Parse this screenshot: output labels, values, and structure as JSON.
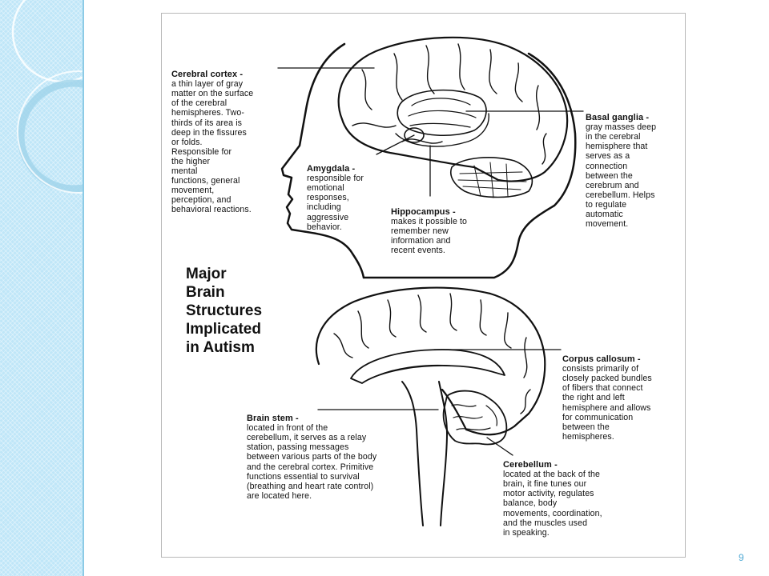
{
  "diagram": {
    "title": "Major\nBrain\nStructures\nImplicated\nin Autism",
    "labels": {
      "cerebral_cortex": {
        "name": "Cerebral cortex -",
        "desc": "a thin layer of gray\nmatter on the surface\nof the cerebral\nhemispheres. Two-\nthirds of its area is\ndeep in the fissures\nor folds.\nResponsible for\nthe higher\nmental\nfunctions, general\nmovement,\nperception, and\nbehavioral reactions."
      },
      "amygdala": {
        "name": "Amygdala -",
        "desc": "responsible for\nemotional\nresponses,\nincluding\naggressive\nbehavior."
      },
      "hippocampus": {
        "name": "Hippocampus -",
        "desc": "makes it possible to\nremember new\ninformation and\nrecent events."
      },
      "basal_ganglia": {
        "name": "Basal ganglia -",
        "desc": "gray masses deep\nin the cerebral\nhemisphere that\nserves as a\nconnection\nbetween the\ncerebrum and\ncerebellum. Helps\nto regulate\nautomatic\nmovement."
      },
      "corpus_callosum": {
        "name": "Corpus callosum -",
        "desc": "consists primarily of\nclosely packed bundles\nof fibers that connect\nthe right and left\nhemisphere and allows\nfor communication\nbetween the\nhemispheres."
      },
      "brain_stem": {
        "name": "Brain stem -",
        "desc": "located in front of the\ncerebellum, it serves as a relay\nstation, passing messages\nbetween various parts of the body\nand the cerebral cortex. Primitive\nfunctions essential to survival\n(breathing and heart rate control)\nare located here."
      },
      "cerebellum": {
        "name": "Cerebellum -",
        "desc": "located at the back of the\nbrain, it fine tunes our\nmotor activity, regulates\nbalance, body\nmovements, coordination,\nand the muscles used\nin speaking."
      }
    }
  },
  "page_number": "9"
}
